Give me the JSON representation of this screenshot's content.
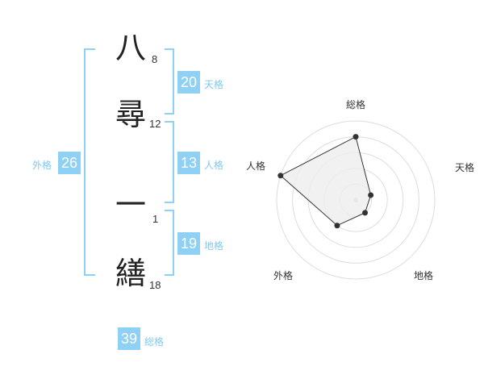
{
  "name_chars": [
    {
      "char": "八",
      "strokes": "8"
    },
    {
      "char": "尋",
      "strokes": "12"
    },
    {
      "char": "一",
      "strokes": "1"
    },
    {
      "char": "繕",
      "strokes": "18"
    }
  ],
  "fortunes": {
    "tenkaku": {
      "value": "20",
      "label": "天格"
    },
    "jinkaku": {
      "value": "13",
      "label": "人格"
    },
    "chikaku": {
      "value": "19",
      "label": "地格"
    },
    "gaikaku": {
      "value": "26",
      "label": "外格"
    },
    "soukaku": {
      "value": "39",
      "label": "総格"
    }
  },
  "radar": {
    "axes": [
      "総格",
      "天格",
      "地格",
      "外格",
      "人格"
    ],
    "values": [
      4,
      1,
      1,
      2,
      5
    ],
    "max": 5,
    "fill": "#eeeeee",
    "stroke": "#333333",
    "ring_color": "#dddddd"
  },
  "colors": {
    "accent": "#8fd0f5"
  }
}
